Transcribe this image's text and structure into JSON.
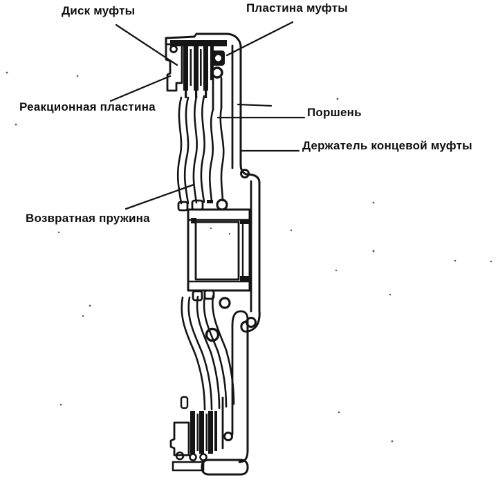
{
  "figure": {
    "type": "mechanical cross-section line drawing",
    "background": "#ffffff",
    "ink": "#151515",
    "labels": [
      {
        "id": "clutch-disc",
        "text": "Диск муфты"
      },
      {
        "id": "clutch-plate",
        "text": "Пластина муфты"
      },
      {
        "id": "reaction-plate",
        "text": "Реакционная пластина"
      },
      {
        "id": "piston",
        "text": "Поршень"
      },
      {
        "id": "end-clutch-retainer",
        "text": "Держатель концевой муфты"
      },
      {
        "id": "return-spring",
        "text": "Возвратная пружина"
      }
    ]
  }
}
